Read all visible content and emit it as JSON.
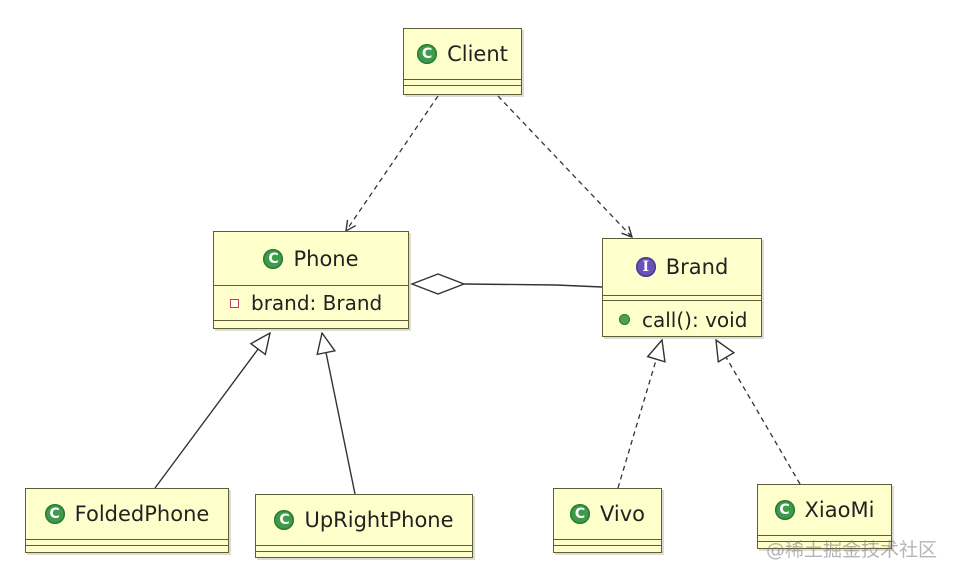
{
  "classes": {
    "client": {
      "name": "Client"
    },
    "phone": {
      "name": "Phone",
      "attribute": "brand: Brand"
    },
    "brand": {
      "name": "Brand",
      "method": "call(): void",
      "stereotype_icon": "interface-icon"
    },
    "folded_phone": {
      "name": "FoldedPhone"
    },
    "upright_phone": {
      "name": "UpRightPhone"
    },
    "vivo": {
      "name": "Vivo"
    },
    "xiaomi": {
      "name": "XiaoMi"
    }
  },
  "icons": {
    "class_letter": "C",
    "interface_letter": "I"
  },
  "colors": {
    "class_fill": "#ffffcc",
    "class_border": "#5d5d3a",
    "class_icon": "#3d9b4a",
    "interface_icon": "#6b52b8",
    "private_marker": "#c94040",
    "public_marker": "#47a34f"
  },
  "watermark": "@稀土掘金技术社区"
}
